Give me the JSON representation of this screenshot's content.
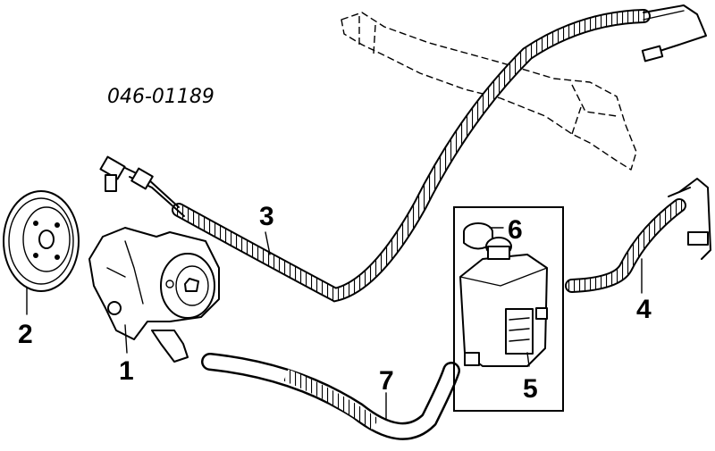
{
  "reference_code": "046-01189",
  "callouts": [
    {
      "id": "1",
      "text": "1"
    },
    {
      "id": "2",
      "text": "2"
    },
    {
      "id": "3",
      "text": "3"
    },
    {
      "id": "4",
      "text": "4"
    },
    {
      "id": "5",
      "text": "5"
    },
    {
      "id": "6",
      "text": "6"
    },
    {
      "id": "7",
      "text": "7"
    }
  ]
}
